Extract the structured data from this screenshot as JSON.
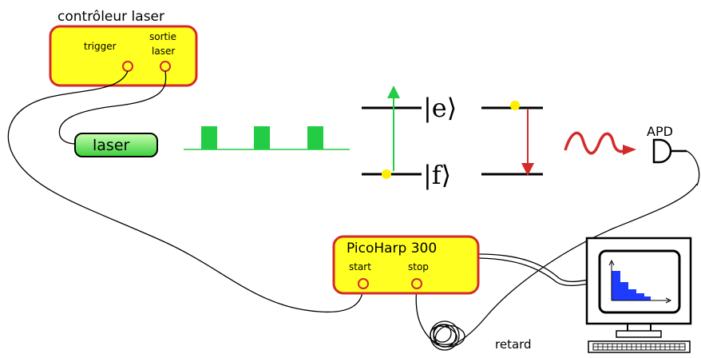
{
  "controller": {
    "title": "contrôleur laser",
    "trigger": "trigger",
    "out_line1": "sortie",
    "out_line2": "laser"
  },
  "laser": {
    "label": "laser"
  },
  "levels": {
    "excited": "|e⟩",
    "ground": "|f⟩"
  },
  "apd": {
    "label": "APD"
  },
  "picoharp": {
    "title": "PicoHarp 300",
    "start": "start",
    "stop": "stop"
  },
  "delay": {
    "label": "retard"
  },
  "colors": {
    "box_fill": "#ffff22",
    "box_stroke": "#d42a2a",
    "laser_green": "#22cc44",
    "emission_red": "#d42a2a",
    "atom_yellow": "#ffee00",
    "histogram_blue": "#1e3cff"
  }
}
